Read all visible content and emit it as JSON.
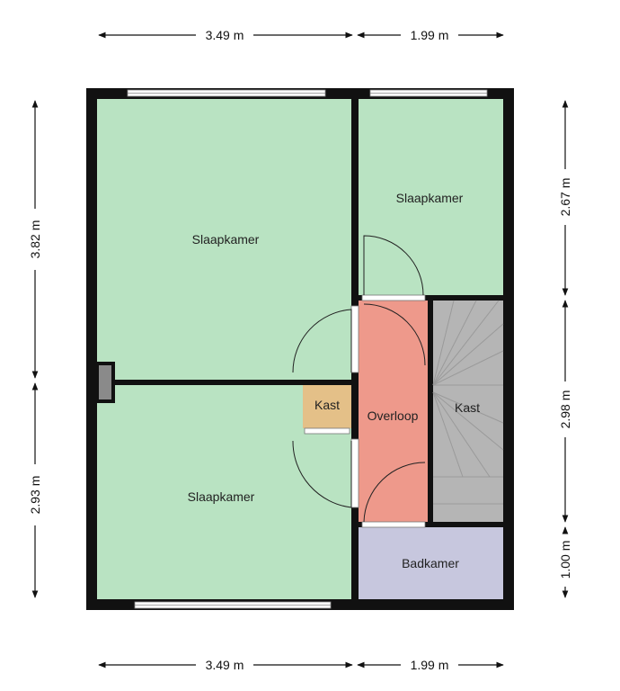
{
  "colors": {
    "bedroom": "#b9e3c2",
    "landing": "#ee998b",
    "closet": "#e4c088",
    "stair": "#b5b5b5",
    "bathroom": "#c7c7de",
    "wall": "#111111"
  },
  "rooms": {
    "bedroom_top_left": "Slaapkamer",
    "bedroom_top_right": "Slaapkamer",
    "bedroom_bottom_left": "Slaapkamer",
    "closet_small": "Kast",
    "landing": "Overloop",
    "closet_stair": "Kast",
    "bathroom": "Badkamer"
  },
  "dimensions": {
    "top_left": "3.49 m",
    "top_right": "1.99 m",
    "bottom_left": "3.49 m",
    "bottom_right": "1.99 m",
    "left_upper": "3.82 m",
    "left_lower": "2.93 m",
    "right_upper": "2.67 m",
    "right_middle": "2.98 m",
    "right_lower": "1.00 m"
  }
}
